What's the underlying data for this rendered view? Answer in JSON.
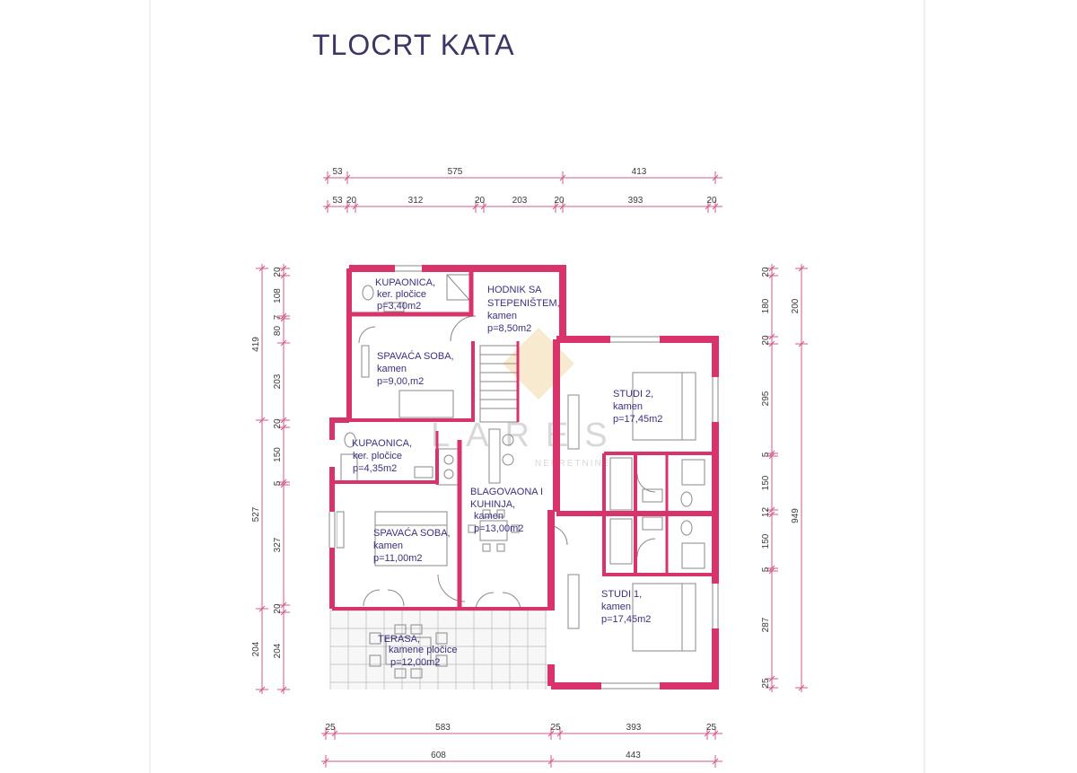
{
  "title": "TLOCRT KATA",
  "colors": {
    "wall": "#d8336b",
    "dim_line": "#d05a8a",
    "label": "#3b3080",
    "title": "#3c3566",
    "furniture": "#8a8a8a",
    "watermark": "#d8d8d8"
  },
  "watermark": {
    "main": "LARES",
    "sub": "NEKRETNINE"
  },
  "dims": {
    "top_row1": [
      "53",
      "575",
      "413"
    ],
    "top_row2": [
      "53",
      "20",
      "312",
      "20",
      "203",
      "20",
      "393",
      "20"
    ],
    "bottom_row1": [
      "25",
      "583",
      "25",
      "393",
      "25"
    ],
    "bottom_row2": [
      "608",
      "443"
    ],
    "left_outer": [
      "419",
      "527",
      "204"
    ],
    "left_inner": [
      "20",
      "108",
      "7",
      "80",
      "203",
      "20",
      "150",
      "5",
      "327",
      "20",
      "204"
    ],
    "right_inner": [
      "20",
      "180",
      "20",
      "295",
      "5",
      "150",
      "12",
      "150",
      "5",
      "287",
      "25"
    ],
    "right_outer": [
      "200",
      "949"
    ]
  },
  "rooms": {
    "kupaonica1": {
      "l1": "KUPAONICA,",
      "l2": "ker. pločice",
      "l3": "p=3,40m2"
    },
    "hodnik": {
      "l1": "HODNIK SA",
      "l2": "STEPENIŠTEM,",
      "l3": "kamen",
      "l4": "p=8,50m2"
    },
    "spavaca1": {
      "l1": "SPAVAĆA SOBA,",
      "l2": "kamen",
      "l3": "p=9,00,m2"
    },
    "studio2": {
      "l1": "STUDI 2,",
      "l2": "kamen",
      "l3": "p=17,45m2"
    },
    "kupaonica2": {
      "l1": "KUPAONICA,",
      "l2": "ker. pločice",
      "l3": "p=4,35m2"
    },
    "blagovaona": {
      "l1": "BLAGOVAONA I",
      "l2": "KUHINJA,",
      "l3": "kamen",
      "l4": "p=13,00m2"
    },
    "spavaca2": {
      "l1": "SPAVAĆA SOBA,",
      "l2": "kamen",
      "l3": "p=11,00m2"
    },
    "studio1": {
      "l1": "STUDI 1,",
      "l2": "kamen",
      "l3": "p=17,45m2"
    },
    "terasa": {
      "l1": "TERASA,",
      "l2": "kamene pločice",
      "l3": "p=12,00m2"
    }
  }
}
